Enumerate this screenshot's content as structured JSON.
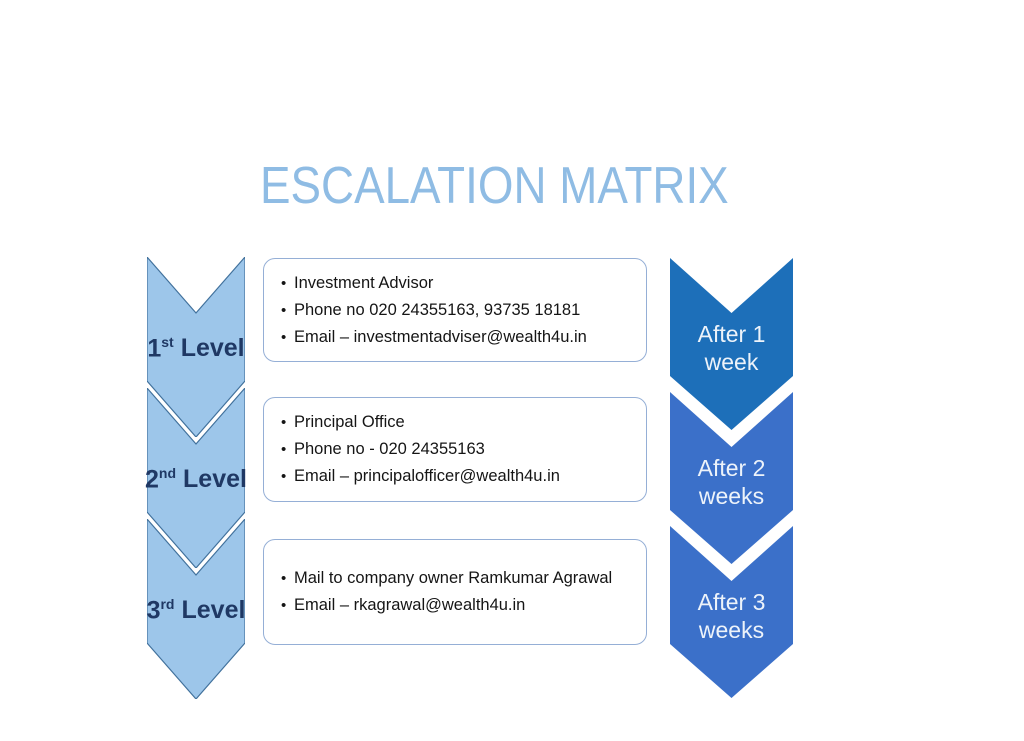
{
  "title": "ESCALATION MATRIX",
  "bullet_char": "•",
  "colors": {
    "title_text": "#8FBCE4",
    "level_chevron_fill": "#9DC6EA",
    "level_chevron_border": "#41719C",
    "level_label_text": "#1F3864",
    "card_border": "#95AFD6",
    "card_background": "#FFFFFF",
    "after_chevron_level1": "#1D6FB9",
    "after_chevron_level2_3": "#3B70C9",
    "after_label_text": "#EDF3FA"
  },
  "levels": [
    {
      "ordinal": "1",
      "ordinal_suffix": "st",
      "level_word": "Level",
      "items": [
        "Investment Advisor",
        "Phone no 020 24355163, 93735 18181",
        "Email – investmentadviser@wealth4u.in"
      ],
      "after": {
        "line1": "After 1",
        "line2": "week"
      }
    },
    {
      "ordinal": "2",
      "ordinal_suffix": "nd",
      "level_word": "Level",
      "items": [
        "Principal Office",
        "Phone no - 020 24355163",
        "Email – principalofficer@wealth4u.in"
      ],
      "after": {
        "line1": "After 2",
        "line2": "weeks"
      }
    },
    {
      "ordinal": "3",
      "ordinal_suffix": "rd",
      "level_word": "Level",
      "items": [
        "Mail to company owner Ramkumar Agrawal",
        "Email – rkagrawal@wealth4u.in"
      ],
      "after": {
        "line1": "After 3",
        "line2": "weeks"
      }
    }
  ]
}
